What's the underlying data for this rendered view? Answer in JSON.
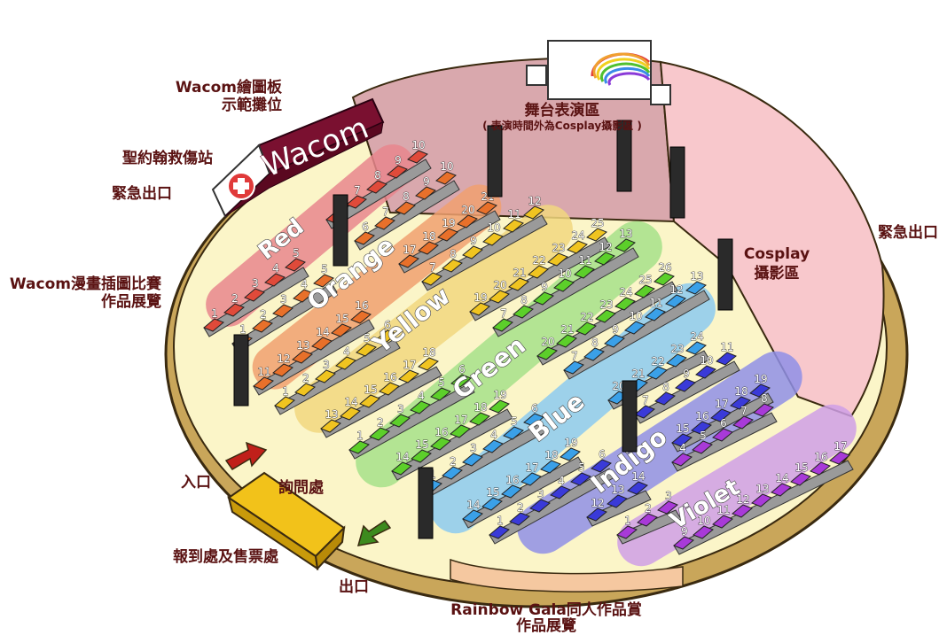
{
  "labels": {
    "wacom_demo": [
      "Wacom繪圖板",
      "示範攤位"
    ],
    "first_aid": "聖約翰救傷站",
    "emergency_exit_left": "緊急出口",
    "emergency_exit_right": "緊急出口",
    "wacom_exhibit": [
      "Wacom漫畫插圖比賽",
      "作品展覽"
    ],
    "stage": "舞台表演區",
    "stage_note": "( 表演時間外為Cosplay攝影區 )",
    "cosplay": [
      "Cosplay",
      "攝影區"
    ],
    "entrance": "入口",
    "info_desk": "詢問處",
    "registration": "報到處及售票處",
    "exit": "出口",
    "rainbow_gala": [
      "Rainbow Gala同人作品賞",
      "作品展覽"
    ],
    "wacom_logo": "Wacom"
  },
  "zones": [
    {
      "name": "Red",
      "color": "#e8868d"
    },
    {
      "name": "Orange",
      "color": "#f0a070"
    },
    {
      "name": "Yellow",
      "color": "#f1d77f"
    },
    {
      "name": "Green",
      "color": "#a6e08a"
    },
    {
      "name": "Blue",
      "color": "#8ccaf0"
    },
    {
      "name": "Indigo",
      "color": "#8f8fe6"
    },
    {
      "name": "Violet",
      "color": "#cf9fe6"
    }
  ],
  "rows": [
    {
      "zone": "Red",
      "color": "#e04a3a",
      "labels": [
        "6",
        "7",
        "8",
        "9",
        "10"
      ]
    },
    {
      "zone": "Red",
      "color": "#e04a3a",
      "labels": [
        "1",
        "2",
        "3",
        "4",
        "5"
      ]
    },
    {
      "zone": "Orange",
      "color": "#e8702a",
      "labels": [
        "6",
        "7",
        "8",
        "9",
        "10"
      ]
    },
    {
      "zone": "Orange",
      "color": "#e8702a",
      "labels": [
        "1",
        "2",
        "3",
        "4",
        "5"
      ]
    },
    {
      "zone": "Orange",
      "color": "#e8702a",
      "labels": [
        "17",
        "18",
        "19",
        "20",
        "21"
      ]
    },
    {
      "zone": "Orange",
      "color": "#e8702a",
      "labels": [
        "11",
        "12",
        "13",
        "14",
        "15",
        "16"
      ]
    },
    {
      "zone": "Yellow",
      "color": "#f0c420",
      "labels": [
        "7",
        "8",
        "9",
        "10",
        "11",
        "12"
      ]
    },
    {
      "zone": "Yellow",
      "color": "#f0c420",
      "labels": [
        "1",
        "2",
        "3",
        "4",
        "5",
        "6"
      ]
    },
    {
      "zone": "Yellow",
      "color": "#f0c420",
      "labels": [
        "19",
        "20",
        "21",
        "22",
        "23",
        "24",
        "25"
      ]
    },
    {
      "zone": "Yellow",
      "color": "#f0c420",
      "labels": [
        "13",
        "14",
        "15",
        "16",
        "17",
        "18"
      ]
    },
    {
      "zone": "Green",
      "color": "#5ccf2a",
      "labels": [
        "7",
        "8",
        "9",
        "10",
        "11",
        "12",
        "13"
      ]
    },
    {
      "zone": "Green",
      "color": "#5ccf2a",
      "labels": [
        "1",
        "2",
        "3",
        "4",
        "5",
        "6"
      ]
    },
    {
      "zone": "Green",
      "color": "#5ccf2a",
      "labels": [
        "20",
        "21",
        "22",
        "23",
        "24",
        "25",
        "26"
      ]
    },
    {
      "zone": "Green",
      "color": "#5ccf2a",
      "labels": [
        "14",
        "15",
        "16",
        "17",
        "18",
        "19"
      ]
    },
    {
      "zone": "Blue",
      "color": "#3aa0e8",
      "labels": [
        "7",
        "8",
        "9",
        "10",
        "11",
        "12",
        "13"
      ]
    },
    {
      "zone": "Blue",
      "color": "#3aa0e8",
      "labels": [
        "1",
        "2",
        "3",
        "4",
        "5",
        "6"
      ]
    },
    {
      "zone": "Blue",
      "color": "#3aa0e8",
      "labels": [
        "20",
        "21",
        "22",
        "23",
        "24"
      ]
    },
    {
      "zone": "Blue",
      "color": "#3aa0e8",
      "labels": [
        "14",
        "15",
        "16",
        "17",
        "18",
        "19"
      ]
    },
    {
      "zone": "Indigo",
      "color": "#3a3ad8",
      "labels": [
        "7",
        "8",
        "9",
        "10",
        "11"
      ]
    },
    {
      "zone": "Indigo",
      "color": "#3a3ad8",
      "labels": [
        "1",
        "2",
        "3",
        "4",
        "5",
        "6"
      ]
    },
    {
      "zone": "Indigo",
      "color": "#3a3ad8",
      "labels": [
        "15",
        "16",
        "17",
        "18",
        "19"
      ]
    },
    {
      "zone": "Indigo",
      "color": "#3a3ad8",
      "labels": [
        "12",
        "13",
        "14"
      ]
    },
    {
      "zone": "Violet",
      "color": "#a83ad8",
      "labels": [
        "4",
        "5",
        "6",
        "7",
        "8"
      ]
    },
    {
      "zone": "Violet",
      "color": "#a83ad8",
      "labels": [
        "1",
        "2",
        "3"
      ]
    },
    {
      "zone": "Violet",
      "color": "#a83ad8",
      "labels": [
        "9",
        "10",
        "11",
        "12",
        "13",
        "14",
        "15",
        "16",
        "17"
      ]
    }
  ],
  "colors": {
    "floor": "#fbf5c8",
    "wall": "#caa95a",
    "stage_area": "#d9a8ad",
    "cosplay_area": "#f8c8cc",
    "wacom_booth": "#7a1030",
    "counter": "#f2c21a",
    "arrow_in": "#c0201a",
    "arrow_out": "#3c8a1e"
  }
}
